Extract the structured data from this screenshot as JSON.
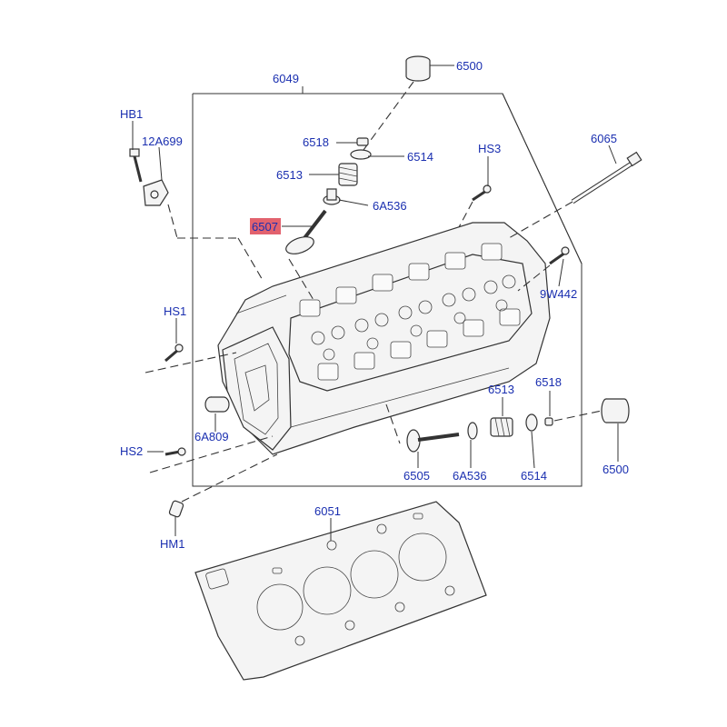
{
  "labels": {
    "p6049": "6049",
    "p6500_top": "6500",
    "hb1": "HB1",
    "p12a699": "12A699",
    "p6518_top": "6518",
    "p6514_top": "6514",
    "hs3": "HS3",
    "p6065": "6065",
    "p6513_top": "6513",
    "p6a536_top": "6A536",
    "p6507": "6507",
    "p9w442": "9W442",
    "hs1": "HS1",
    "p6513_bot": "6513",
    "p6518_bot": "6518",
    "p6a809": "6A809",
    "hs2": "HS2",
    "p6505": "6505",
    "p6a536_bot": "6A536",
    "p6514_bot": "6514",
    "p6500_bot": "6500",
    "p6051": "6051",
    "hm1": "HM1"
  },
  "highlight_color": "#e2626e",
  "label_color": "#1a2fb0"
}
